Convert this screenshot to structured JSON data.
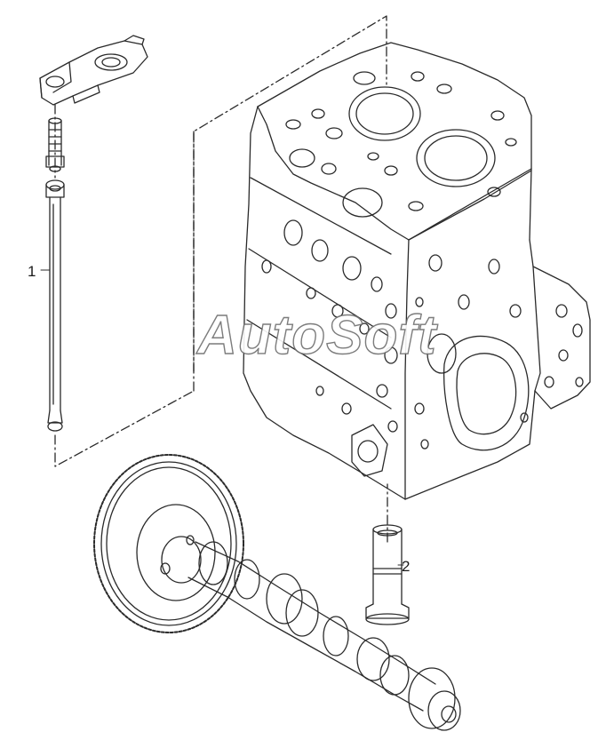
{
  "callouts": {
    "pushrod": "1",
    "tappet": "2"
  },
  "watermark": "AutoSoft",
  "colors": {
    "line": "#2a2a2a",
    "background": "#ffffff"
  },
  "icons": [
    "rocker-arm",
    "adjuster-screw",
    "pushrod",
    "cylinder-block",
    "camshaft-gear",
    "camshaft",
    "tappet"
  ]
}
